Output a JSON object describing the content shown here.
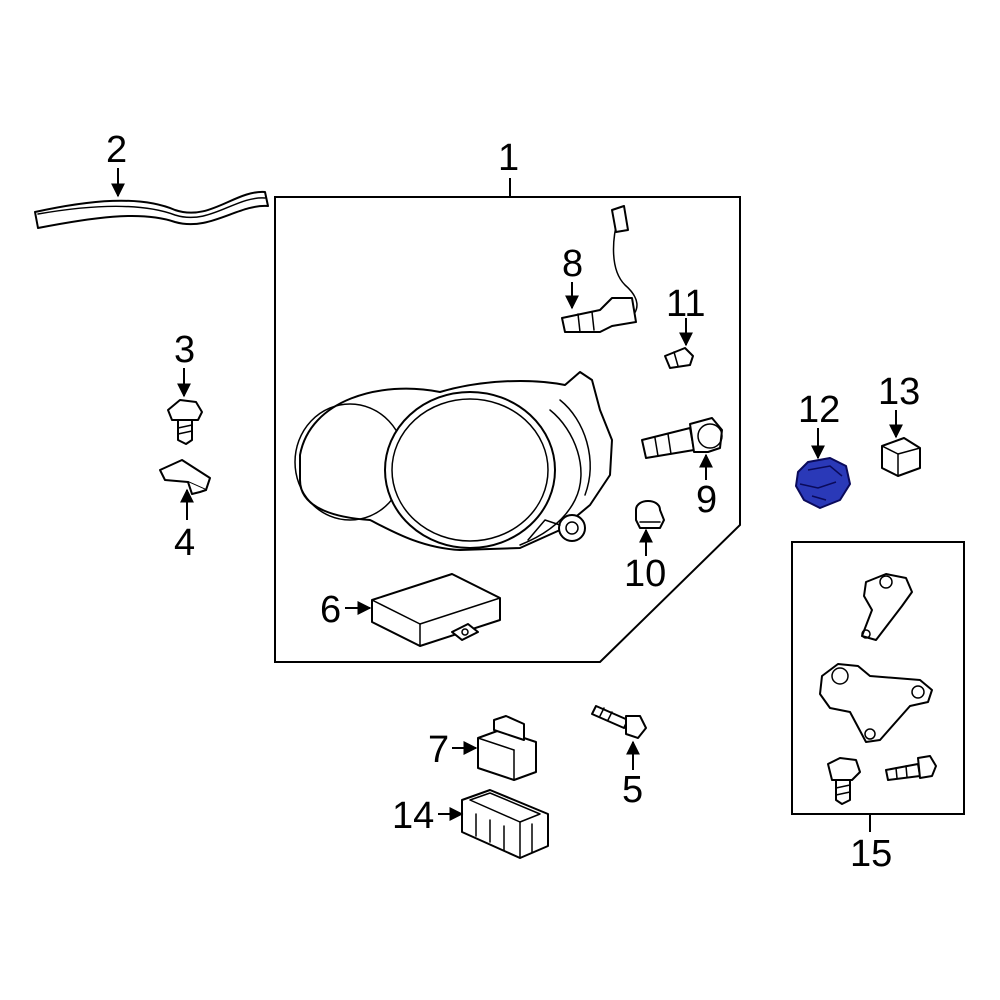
{
  "callouts": {
    "c1": "1",
    "c2": "2",
    "c3": "3",
    "c4": "4",
    "c5": "5",
    "c6": "6",
    "c7": "7",
    "c8": "8",
    "c9": "9",
    "c10": "10",
    "c11": "11",
    "c12": "12",
    "c13": "13",
    "c14": "14",
    "c15": "15"
  },
  "highlighted_part": "12",
  "colors": {
    "highlight": "#2a39b8",
    "line": "#000000",
    "background": "#ffffff"
  }
}
